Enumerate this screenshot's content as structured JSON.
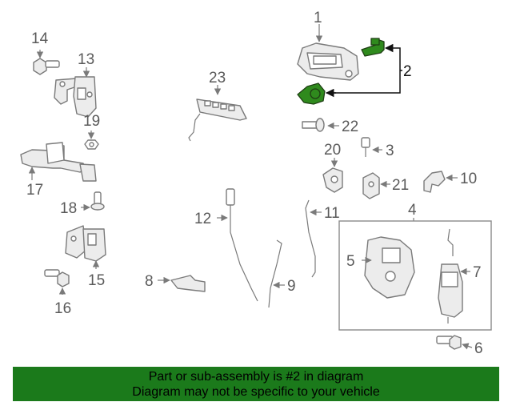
{
  "callouts": {
    "c1": "1",
    "c2": "2",
    "c3": "3",
    "c4": "4",
    "c5": "5",
    "c6": "6",
    "c7": "7",
    "c8": "8",
    "c9": "9",
    "c10": "10",
    "c11": "11",
    "c12": "12",
    "c13": "13",
    "c14": "14",
    "c15": "15",
    "c16": "16",
    "c17": "17",
    "c18": "18",
    "c19": "19",
    "c20": "20",
    "c21": "21",
    "c22": "22",
    "c23": "23"
  },
  "highlighted_part": "2",
  "colors": {
    "highlight": "#2f8a1d",
    "banner": "#1b7a1b",
    "callout": "#5a5a5a"
  },
  "banner": {
    "line1": "Part or sub-assembly is #2 in diagram",
    "line2": "Diagram may not be specific to your vehicle"
  }
}
